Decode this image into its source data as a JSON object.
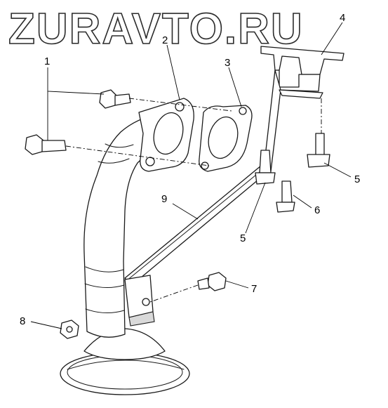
{
  "watermark": "ZURAVTO.RU",
  "callouts": [
    {
      "id": "1",
      "text": "1"
    },
    {
      "id": "2",
      "text": "2"
    },
    {
      "id": "3",
      "text": "3"
    },
    {
      "id": "4",
      "text": "4"
    },
    {
      "id": "5a",
      "text": "5"
    },
    {
      "id": "5b",
      "text": "5"
    },
    {
      "id": "6",
      "text": "6"
    },
    {
      "id": "7",
      "text": "7"
    },
    {
      "id": "8",
      "text": "8"
    },
    {
      "id": "9",
      "text": "9"
    }
  ],
  "colors": {
    "line": "#1a1a1a",
    "background": "#ffffff",
    "shade": "#d9d9d9"
  }
}
